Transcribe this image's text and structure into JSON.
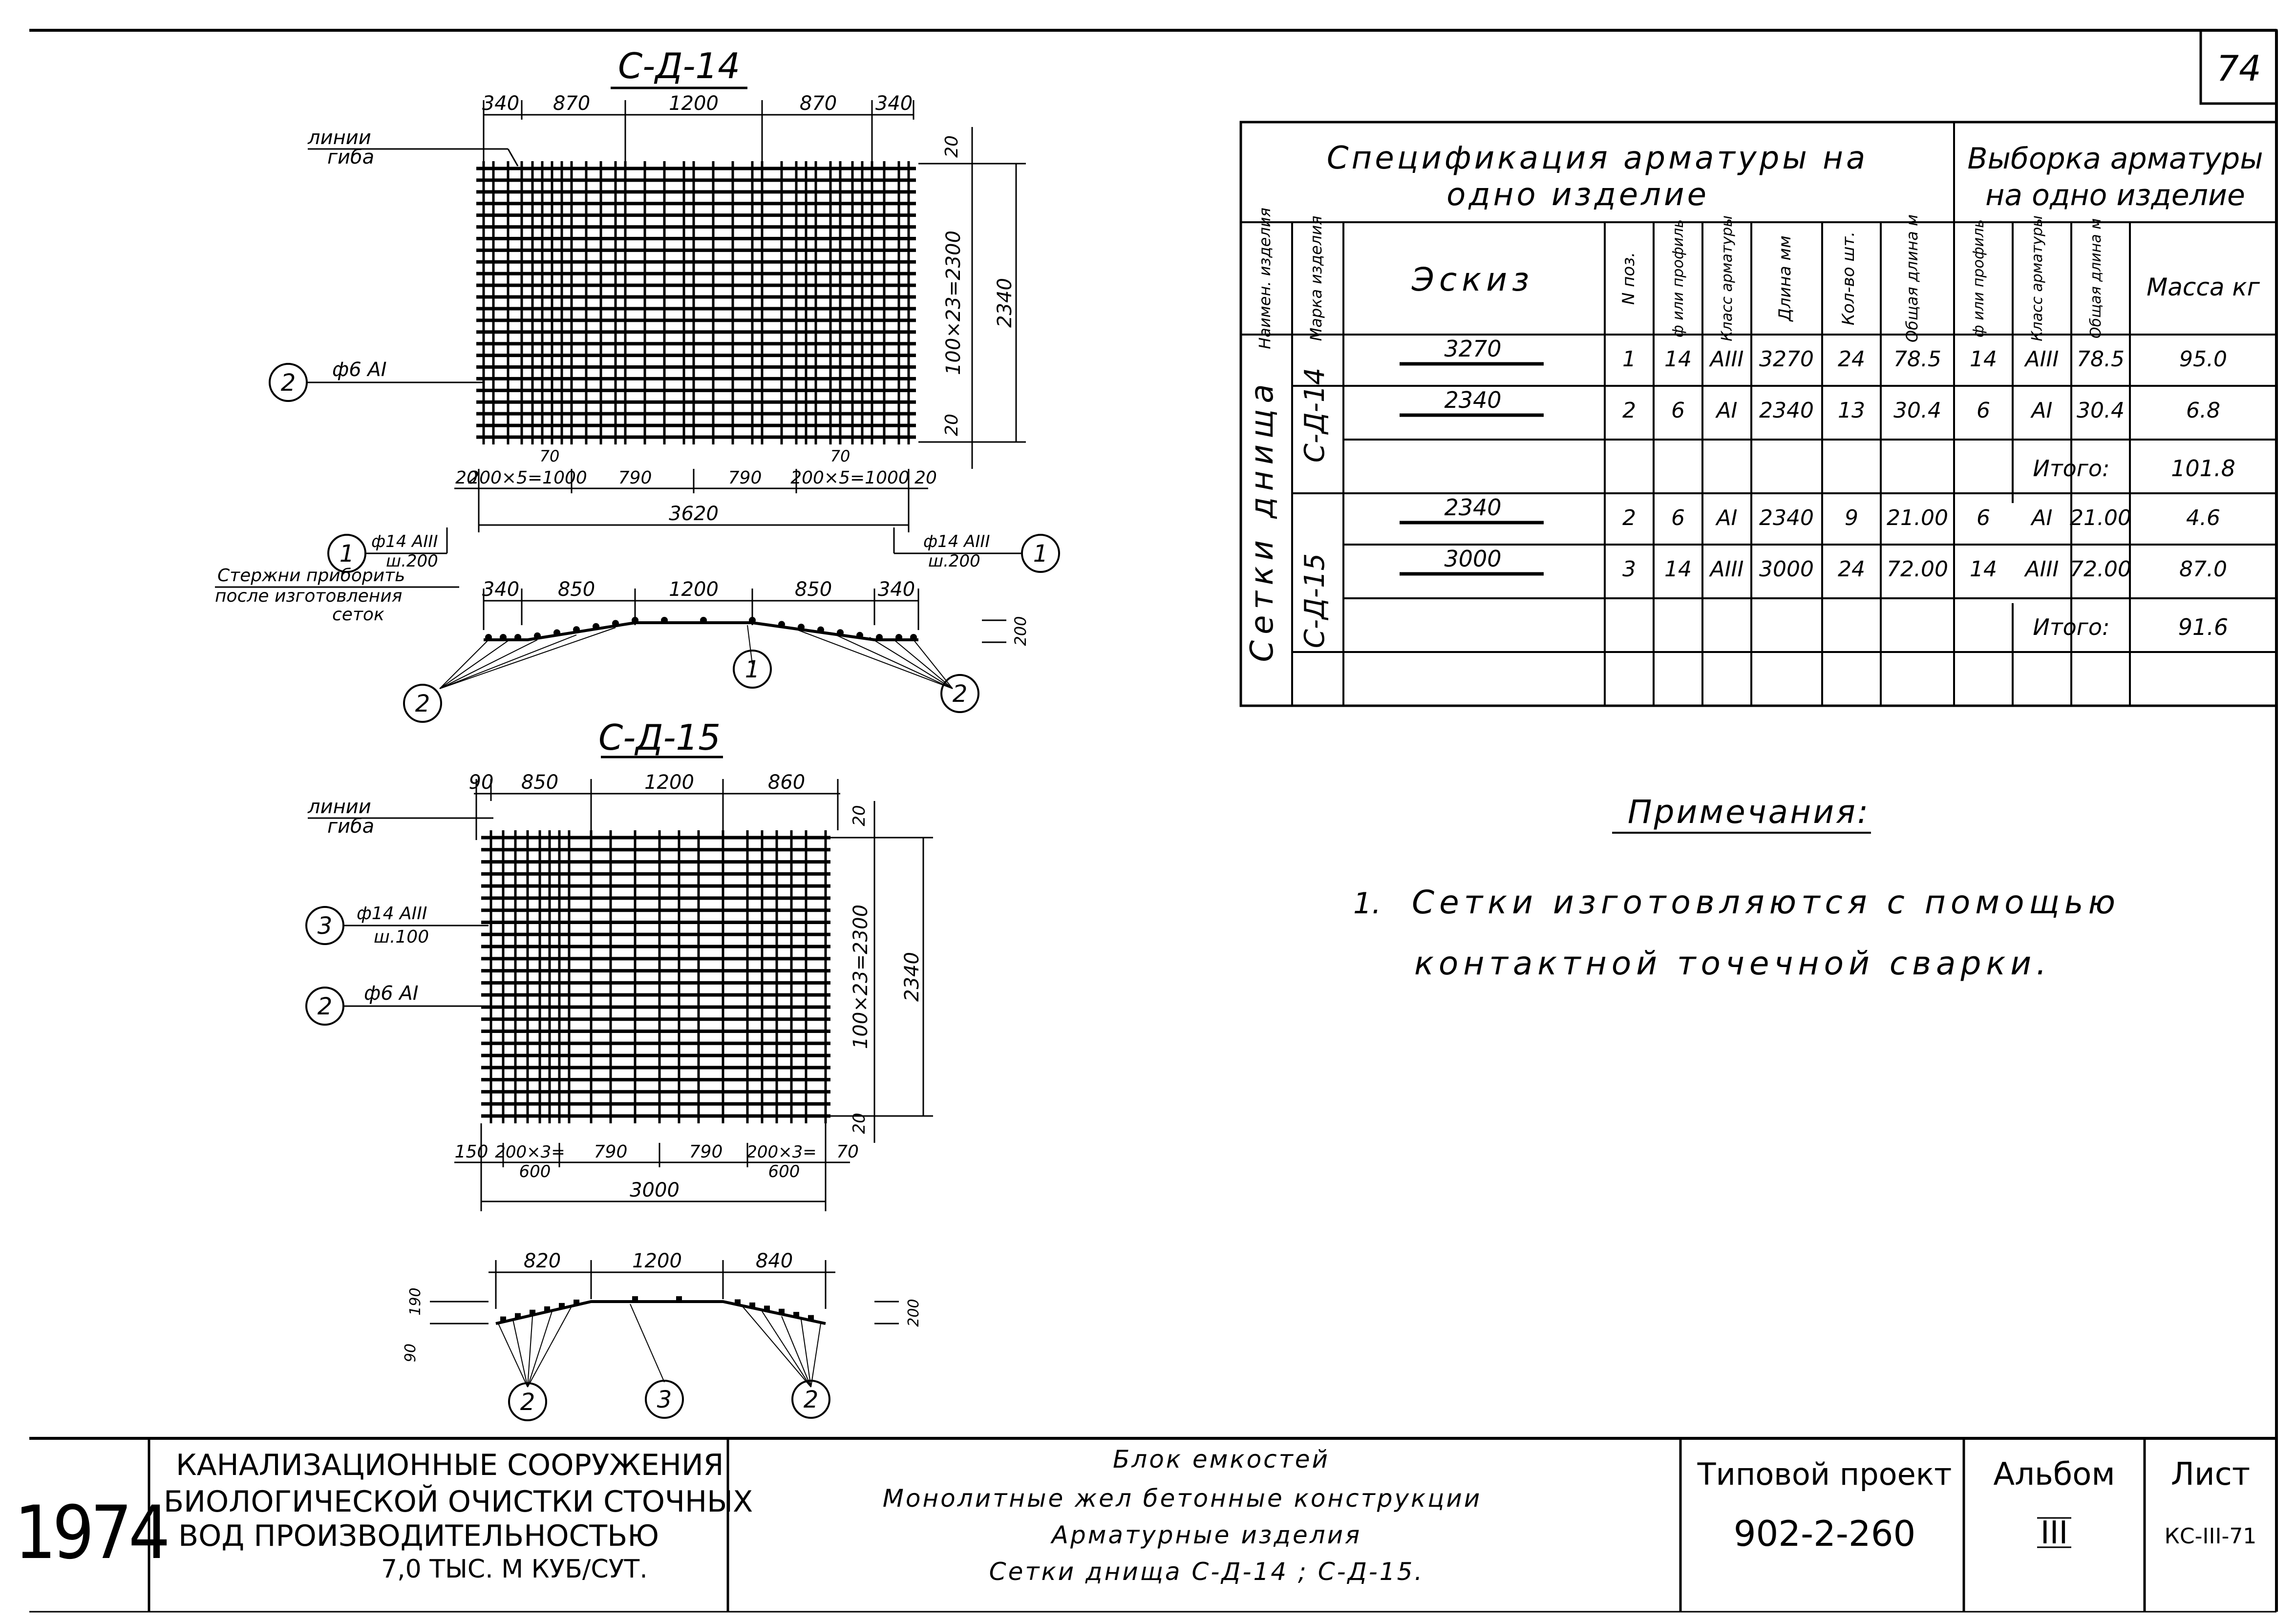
{
  "sheet_number": "74",
  "drawing1": {
    "title": "С-Д-14",
    "bend_label": [
      "линии",
      "гиба"
    ],
    "dims_top": [
      "340",
      "870",
      "1200",
      "870",
      "340"
    ],
    "dim_right_top": "20",
    "dim_right_mid": "100×23=2300",
    "dim_right_bottom": "20",
    "dim_right_total": "2340",
    "dims_bottom_small": [
      "70",
      "70"
    ],
    "dims_bottom": [
      "20",
      "200×5=1000",
      "790",
      "790",
      "200×5=1000",
      "20"
    ],
    "dim_total": "3620",
    "marker_2": "2",
    "marker_2_label": "ф6 АI",
    "marker_1": "1",
    "marker_1_label": "ф14 АIII",
    "marker_1_sub": "ш.200"
  },
  "section1": {
    "note": [
      "Стержни приборить",
      "после изготовления",
      "сеток"
    ],
    "dims": [
      "340",
      "850",
      "1200",
      "850",
      "340"
    ],
    "height": "200",
    "markers": [
      "2",
      "1",
      "2"
    ]
  },
  "drawing2": {
    "title": "С-Д-15",
    "bend_label": [
      "линии",
      "гиба"
    ],
    "dims_top": [
      "90",
      "850",
      "1200",
      "860"
    ],
    "dim_right_top": "20",
    "dim_right_mid": "100×23=2300",
    "dim_right_bottom": "20",
    "dim_right_total": "2340",
    "dims_bottom": [
      "150",
      "200×3=",
      "790",
      "790",
      "200×3=",
      "70"
    ],
    "dims_bottom_sub": [
      "600",
      "600"
    ],
    "dim_total": "3000",
    "marker_3": "3",
    "marker_3_label": "ф14 АIII",
    "marker_3_sub": "ш.100",
    "marker_2": "2",
    "marker_2_label": "ф6 АI"
  },
  "section2": {
    "dims": [
      "820",
      "1200",
      "840"
    ],
    "height_left": "190",
    "height_left_lower": "90",
    "height_right": "200",
    "markers": [
      "2",
      "3",
      "2"
    ]
  },
  "spec_table": {
    "title_left": [
      "Спецификация арматуры на",
      "одно изделие"
    ],
    "title_right": [
      "Выборка арматуры",
      "на одно изделие"
    ],
    "headers": [
      "Наимен. изделия",
      "Марка изделия",
      "Эскиз",
      "N поз.",
      "ф или профиль",
      "Класс арматуры",
      "Длина мм",
      "Кол-во шт.",
      "Общая длина м",
      "ф или профиль",
      "Класс арматуры",
      "Общая длина м",
      "Масса кг"
    ],
    "group_name": "Сетки днища",
    "marks": [
      "С-Д-14",
      "С-Д-15"
    ],
    "rows": [
      {
        "sketch": "3270",
        "pos": "1",
        "dia": "14",
        "cls": "АIII",
        "len": "3270",
        "qty": "24",
        "total": "78.5",
        "v_dia": "14",
        "v_cls": "АIII",
        "v_len": "78.5",
        "mass": "95.0"
      },
      {
        "sketch": "2340",
        "pos": "2",
        "dia": "6",
        "cls": "АI",
        "len": "2340",
        "qty": "13",
        "total": "30.4",
        "v_dia": "6",
        "v_cls": "АI",
        "v_len": "30.4",
        "mass": "6.8"
      },
      {
        "total_label": "Итого:",
        "total_value": "101.8"
      },
      {
        "sketch": "2340",
        "pos": "2",
        "dia": "6",
        "cls": "АI",
        "len": "2340",
        "qty": "9",
        "total": "21.00",
        "v_dia": "6",
        "v_cls": "АI",
        "v_len": "21.00",
        "mass": "4.6"
      },
      {
        "sketch": "3000",
        "pos": "3",
        "dia": "14",
        "cls": "АIII",
        "len": "3000",
        "qty": "24",
        "total": "72.00",
        "v_dia": "14",
        "v_cls": "АIII",
        "v_len": "72.00",
        "mass": "87.0"
      },
      {
        "total_label": "Итого:",
        "total_value": "91.6"
      }
    ]
  },
  "notes": {
    "heading": "Примечания:",
    "item_number": "1.",
    "lines": [
      "Сетки изготовляются с помощью",
      "контактной точечной сварки."
    ]
  },
  "title_block": {
    "year": "1974",
    "org_lines": [
      "КАНАЛИЗАЦИОННЫЕ СООРУЖЕНИЯ",
      "БИОЛОГИЧЕСКОЙ ОЧИСТКИ СТОЧНЫХ",
      "ВОД ПРОИЗВОДИТЕЛЬНОСТЬЮ",
      "7,0 ТЫС. М КУБ/СУТ."
    ],
    "desc_lines": [
      "Блок емкостей",
      "Монолитные жел бетонные конструкции",
      "Арматурные изделия",
      "Сетки днища С-Д-14 ; С-Д-15."
    ],
    "project_label": "Типовой проект",
    "project_number": "902-2-260",
    "album_label": "Альбом",
    "album_number": "III",
    "sheet_label": "Лист",
    "sheet_code": "КС-III-71"
  }
}
